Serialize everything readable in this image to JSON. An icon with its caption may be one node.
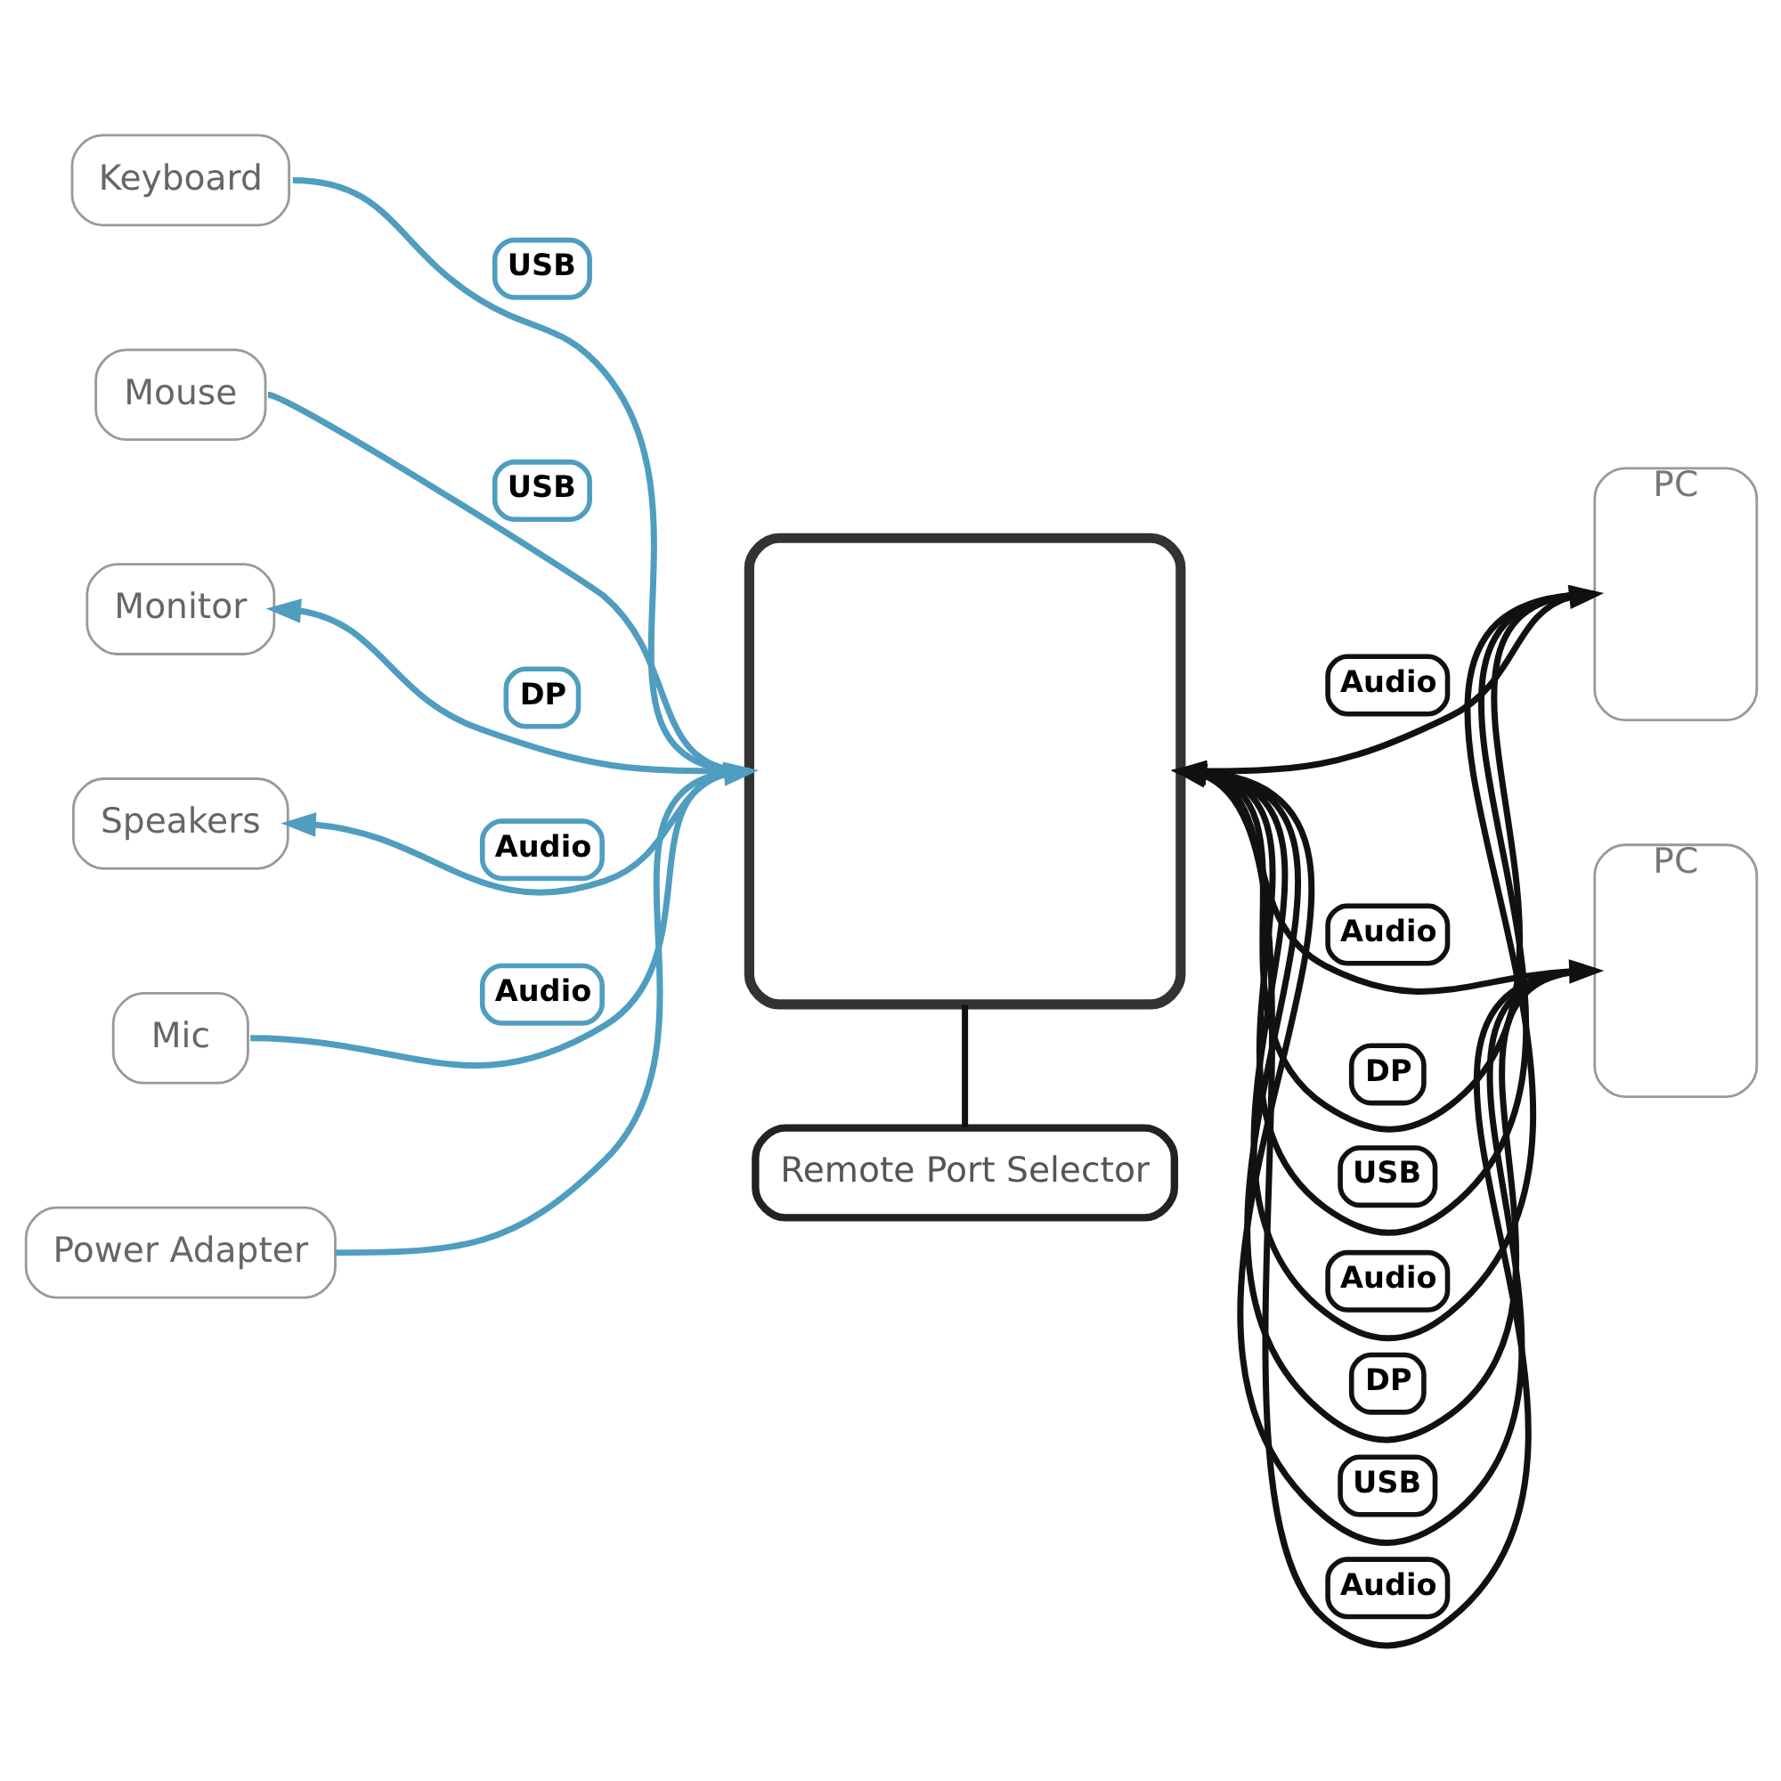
{
  "diagram": {
    "nodes": [
      {
        "text": [
          "Keyboard"
        ]
      },
      {
        "text": [
          "Mouse"
        ]
      },
      {
        "text": [
          "Monitor"
        ]
      },
      {
        "text": [
          "Speakers"
        ]
      },
      {
        "text": [
          "Mic"
        ]
      },
      {
        "text": [
          "Power Adapter"
        ]
      },
      {
        "text": [],
        "shape": "box"
      },
      {
        "text": [
          "Remote Port Selector"
        ]
      },
      {
        "text": [
          "PC"
        ]
      },
      {
        "text": [
          "PC"
        ]
      }
    ],
    "edges": [
      {
        "from": 0,
        "to": 6,
        "arrow": "none",
        "label": "USB",
        "color": "#4f9dbf"
      },
      {
        "from": 1,
        "to": 6,
        "arrow": "none",
        "label": "USB",
        "color": "#4f9dbf"
      },
      {
        "from": 6,
        "to": 2,
        "arrow": "to",
        "label": "DP",
        "color": "#4f9dbf"
      },
      {
        "from": 6,
        "to": 3,
        "arrow": "to",
        "label": "Audio",
        "color": "#4f9dbf"
      },
      {
        "from": 4,
        "to": 6,
        "arrow": "to",
        "label": "Audio",
        "color": "#4f9dbf"
      },
      {
        "from": 5,
        "to": 6,
        "arrow": "none",
        "color": "#4f9dbf"
      },
      {
        "from": 8,
        "to": 6,
        "arrow": "to",
        "label": "DP"
      },
      {
        "from": 8,
        "to": 6,
        "arrow": "none",
        "label": "USB"
      },
      {
        "from": 6,
        "to": 8,
        "arrow": "to",
        "label": "Audio"
      },
      {
        "from": 8,
        "to": 6,
        "arrow": "to",
        "label": "Audio"
      },
      {
        "from": 9,
        "to": 6,
        "arrow": "to",
        "label": "DP"
      },
      {
        "from": 9,
        "to": 6,
        "arrow": "none",
        "label": "USB"
      },
      {
        "from": 6,
        "to": 9,
        "arrow": "to",
        "label": "Audio"
      },
      {
        "from": 9,
        "to": 6,
        "arrow": "to",
        "label": "Audio"
      },
      {
        "from": 6,
        "to": 7,
        "arrow": "none"
      }
    ]
  }
}
